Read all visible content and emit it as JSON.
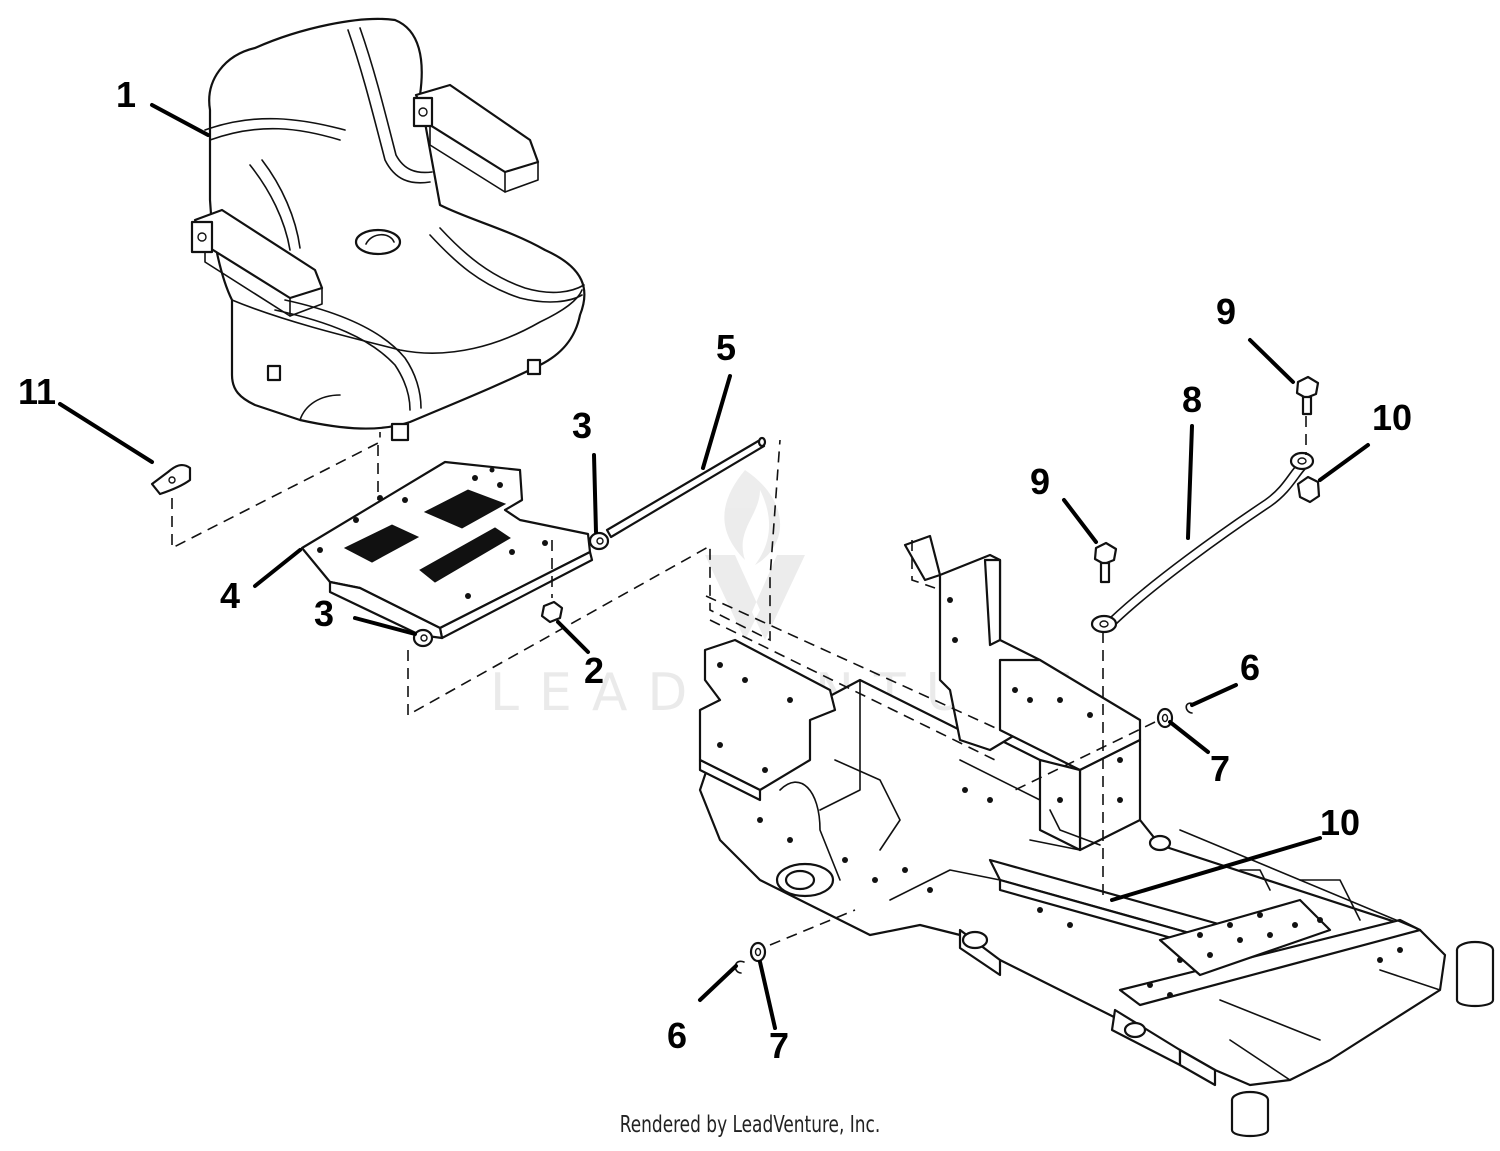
{
  "diagram": {
    "callouts": [
      {
        "id": "c1",
        "label": "1"
      },
      {
        "id": "c2",
        "label": "2"
      },
      {
        "id": "c3a",
        "label": "3"
      },
      {
        "id": "c3b",
        "label": "3"
      },
      {
        "id": "c4",
        "label": "4"
      },
      {
        "id": "c5",
        "label": "5"
      },
      {
        "id": "c6a",
        "label": "6"
      },
      {
        "id": "c6b",
        "label": "6"
      },
      {
        "id": "c7a",
        "label": "7"
      },
      {
        "id": "c7b",
        "label": "7"
      },
      {
        "id": "c8",
        "label": "8"
      },
      {
        "id": "c9a",
        "label": "9"
      },
      {
        "id": "c9b",
        "label": "9"
      },
      {
        "id": "c10a",
        "label": "10"
      },
      {
        "id": "c10b",
        "label": "10"
      },
      {
        "id": "c11",
        "label": "11"
      }
    ]
  },
  "watermark": "LEADVENTURE",
  "credit": "Rendered by LeadVenture, Inc."
}
